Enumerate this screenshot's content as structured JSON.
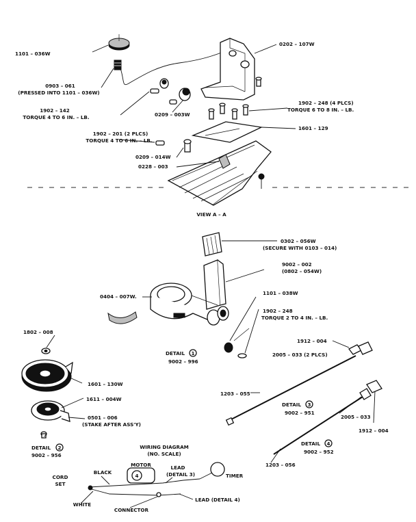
{
  "labels": {
    "gear_top": "1101 – 036W",
    "rod_bracket": "0202 – 107W",
    "bushing": "0903 – 061",
    "bushing_note": "(PRESSED INTO 1101 – 036W)",
    "screw_142": "1902 – 142",
    "screw_142_torque": "TORQUE 4 TO 6 IN. – LB.",
    "spacer_003w": "0209 – 003W",
    "screw_248_4": "1902 – 248 (4 PLCS)",
    "screw_248_4_torque": "TORQUE 6 TO 8 IN. – LB.",
    "screw_201": "1902 – 201 (2 PLCS)",
    "screw_201_torque": "TORQUE 4 TO 6 IN. – LB.",
    "plate_129": "1601 – 129",
    "spacer_014w": "0209 – 014W",
    "part_0228": "0228 – 003",
    "view_aa": "VIEW A – A",
    "knob": "0302 – 056W",
    "knob_note": "(SECURE WITH 0103 – 014)",
    "shaft_002": "9002 – 002",
    "shaft_002_note": "(0802 – 054W)",
    "housing": "0404 – 007W.",
    "gear_038w": "1101 – 038W",
    "screw_248_2": "1902 – 248",
    "screw_248_2_torque": "TORQUE 2 TO 4 IN. – LB.",
    "detail1": "DETAIL",
    "detail1_num": "1",
    "detail1_part": "9002 – 996",
    "washer_008": "1802 – 008",
    "clip_004_a": "1912 – 004",
    "clip_033_a": "2005 – 033 (2 PLCS)",
    "disc_130w": "1601 – 130W",
    "gear_004w": "1611 – 004W",
    "rivet": "0501 – 006",
    "rivet_note": "(STAKE AFTER ASS'Y)",
    "detail2": "DETAIL",
    "detail2_num": "2",
    "detail2_part": "9002 – 956",
    "lead_055": "1203 – 055",
    "detail3": "DETAIL",
    "detail3_num": "3",
    "detail3_part": "9002 – 951",
    "clip_033_b": "2005 – 033",
    "clip_004_b": "1912 – 004",
    "detail4": "DETAIL",
    "detail4_num": "4",
    "detail4_part": "9002 – 952",
    "lead_056": "1203 – 056",
    "wiring_title": "WIRING DIAGRAM",
    "wiring_sub": "(NO. SCALE)",
    "motor": "MOTOR",
    "motor_num": "4",
    "lead_detail3": "LEAD",
    "lead_detail3_b": "(DETAIL 3)",
    "timer": "TIMER",
    "cord": "CORD",
    "cord_set": "SET",
    "black": "BLACK",
    "white": "WHITE",
    "connector": "CONNECTOR",
    "lead_detail4": "LEAD (DETAIL 4)"
  }
}
